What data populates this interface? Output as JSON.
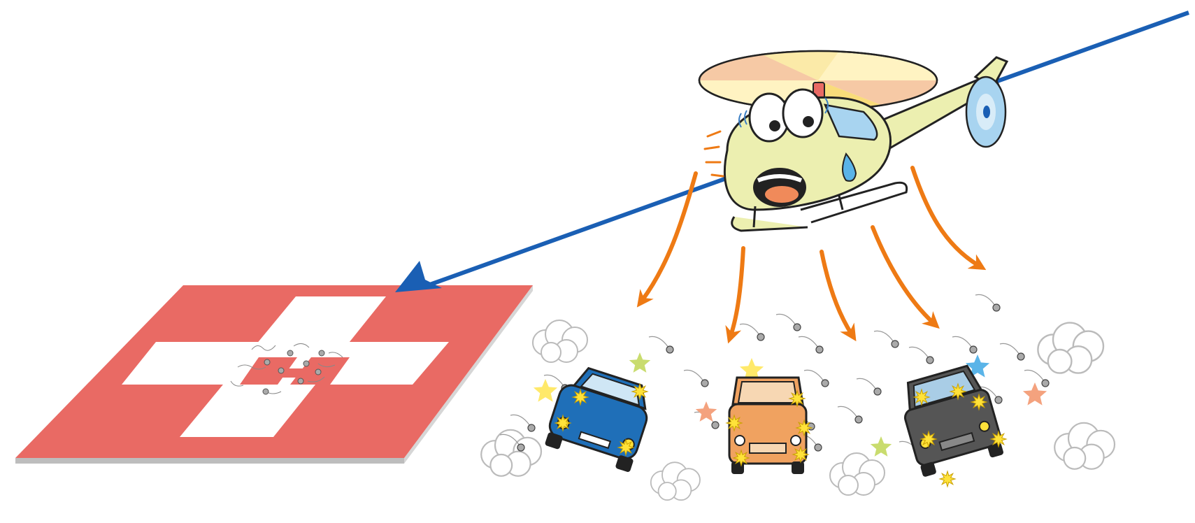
{
  "scene": {
    "colors": {
      "flight_path": "#1a5fb4",
      "downwash_arrows": "#ee7a14",
      "helipad_red": "#e96a64",
      "helipad_white": "#ffffff",
      "helipad_edge": "#bdbdbd",
      "helicopter_body": "#ecefb0",
      "rotor_blades": [
        "#f6c9a5",
        "#fbeaa8",
        "#f9dc7a",
        "#fff3c2"
      ],
      "tail_rotor": "#a8d4f0",
      "car_blue": "#1f6fb8",
      "car_orange": "#f0a260",
      "car_dark": "#555555",
      "debris": "#aaaaaa",
      "impact_burst": "#ffe23a",
      "stars": [
        "#ffe96a",
        "#c9dc6e",
        "#f4a27e",
        "#5ab4e8"
      ]
    },
    "objects": {
      "helicopter": {
        "icon": "cartoon-helicopter-frightened",
        "expression": "panicked-with-sweat-drop"
      },
      "helipad": {
        "icon": "helipad-cross-marking",
        "marking": "swiss-cross"
      },
      "flight_path": {
        "icon": "arrow-left-down",
        "direction": "descending-to-helipad"
      },
      "downwash_arrow_count": 5,
      "cars": [
        {
          "icon": "car-icon",
          "color": "blue",
          "state": "blown-by-downwash"
        },
        {
          "icon": "car-icon",
          "color": "orange",
          "state": "blown-by-downwash"
        },
        {
          "icon": "car-icon",
          "color": "dark-gray",
          "state": "blown-by-downwash"
        }
      ],
      "pebbles_on_pad": 8,
      "dust_clouds": 6
    }
  }
}
